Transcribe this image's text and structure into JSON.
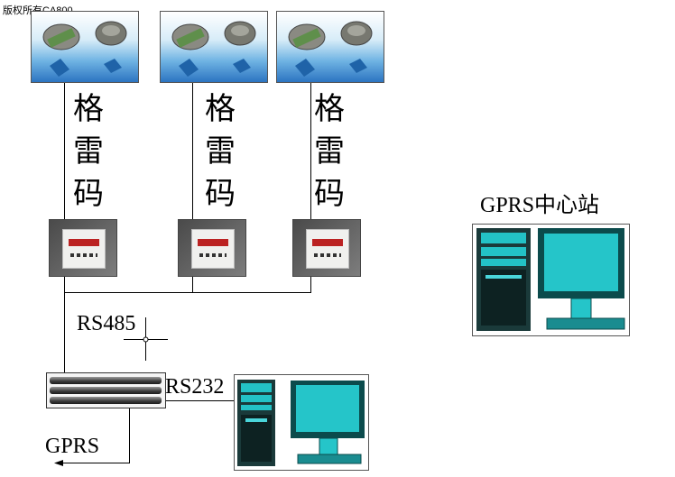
{
  "copyright": "版权所有CA800",
  "sensor_columns": [
    {
      "gray_code_chars": [
        "格",
        "雷",
        "码"
      ]
    },
    {
      "gray_code_chars": [
        "格",
        "雷",
        "码"
      ]
    },
    {
      "gray_code_chars": [
        "格",
        "雷",
        "码"
      ]
    }
  ],
  "labels": {
    "rs485": "RS485",
    "rs232": "RS232",
    "gprs": "GPRS",
    "gprs_center": "GPRS中心站"
  },
  "colors": {
    "line": "#000000",
    "monitor_cyan": "#22c4c8",
    "monitor_dark": "#0a4a4a"
  },
  "icons": [
    "absolute-encoder-icon",
    "meter-panel-icon",
    "rs485-converter-icon",
    "server-tower-icon",
    "crt-monitor-icon",
    "arrow-left-icon",
    "crosshair-icon"
  ]
}
